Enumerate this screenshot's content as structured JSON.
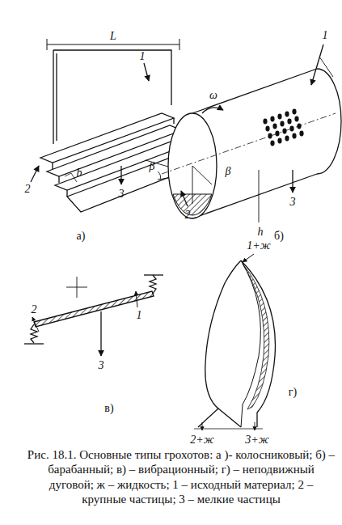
{
  "diagram": {
    "caption": "Рис. 18.1. Основные типы грохотов: а )- колосниковый; б) – барабанный; в) – вибрационный; г) – неподвижный дуговой; ж – жидкость; 1 – исходный материал; 2 – крупные частицы; 3 – мелкие частицы",
    "labels": [
      "L",
      "1",
      "2",
      "b",
      "3",
      "β",
      "а)",
      "ω",
      "1",
      "3",
      "2",
      "β",
      "h",
      "б)",
      "1",
      "2",
      "3",
      "в)",
      "1+ж",
      "2+ж",
      "3+ж",
      "г)"
    ]
  }
}
